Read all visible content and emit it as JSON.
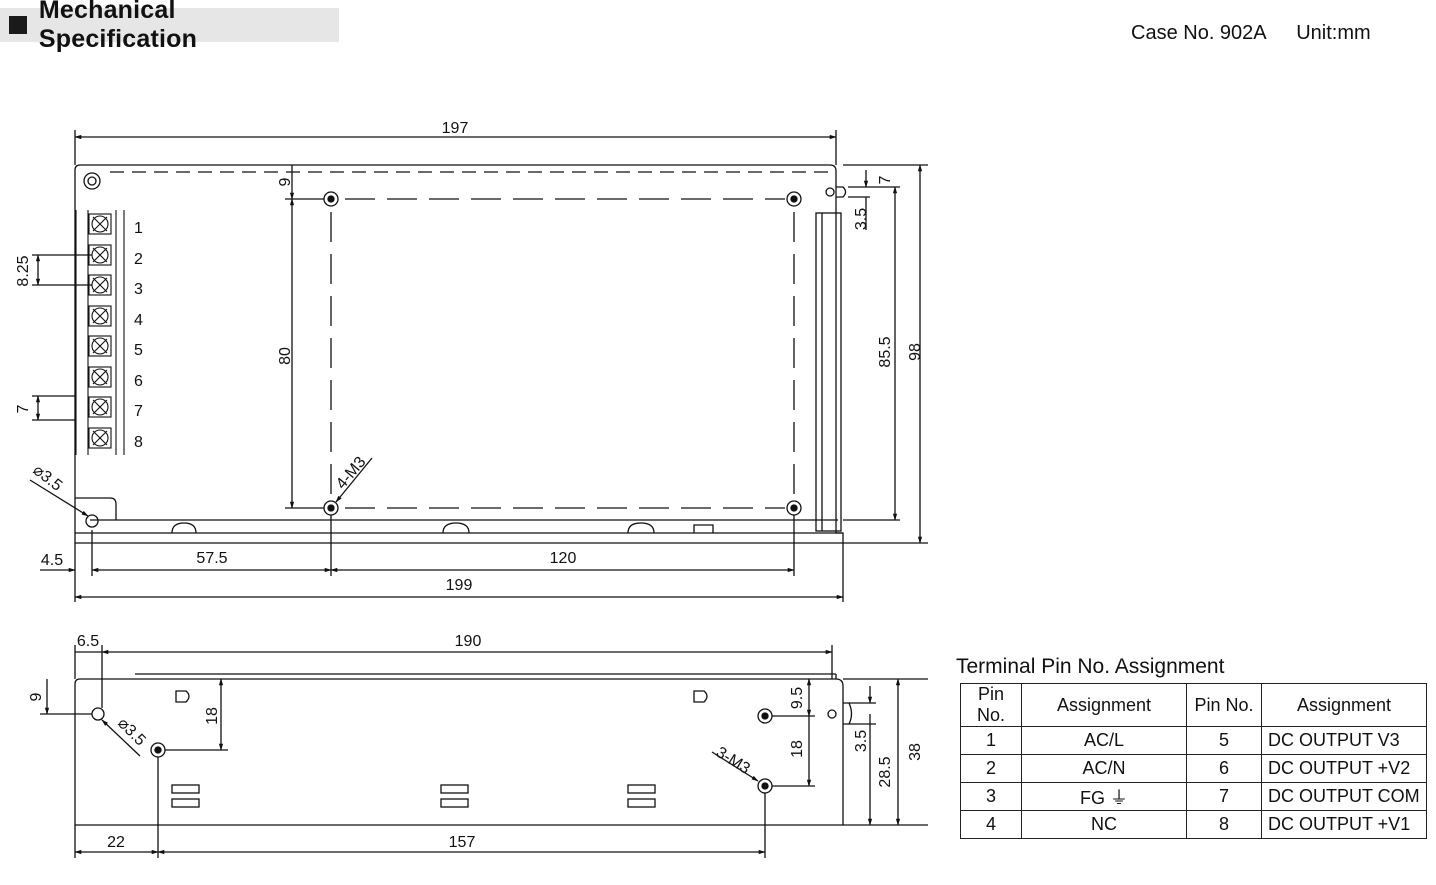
{
  "header": {
    "title": "Mechanical Specification",
    "case_no": "Case No. 902A",
    "unit": "Unit:mm"
  },
  "top_view": {
    "dims": {
      "overall_length": "197",
      "total_length": "199",
      "left_offset": "4.5",
      "hole_offset_x": "57.5",
      "hole_spacing_x": "120",
      "hole_spacing_y": "80",
      "hole_top_offset": "9",
      "terminal_pitch": "8.25",
      "terminal_width": "7",
      "slot_top": "7",
      "slot_offset": "3.5",
      "slot_span": "85.5",
      "overall_height": "98",
      "hole_dia": "⌀3.5",
      "mount_holes": "4-M3"
    },
    "terminals": [
      "1",
      "2",
      "3",
      "4",
      "5",
      "6",
      "7",
      "8"
    ]
  },
  "side_view": {
    "dims": {
      "lid_offset": "6.5",
      "lid_length": "190",
      "hole_offset_y": "9",
      "slot_height": "18",
      "hole_dia": "⌀3.5",
      "mount_holes": "3-M3",
      "right_hole_top": "9.5",
      "right_hole_span": "18",
      "slot_offset": "3.5",
      "slot_span": "28.5",
      "overall_height": "38",
      "left_hole_offset": "22",
      "hole_spacing": "157"
    }
  },
  "pin_table": {
    "title": "Terminal Pin No.  Assignment",
    "headers": [
      "Pin No.",
      "Assignment",
      "Pin No.",
      "Assignment"
    ],
    "rows": [
      [
        "1",
        "AC/L",
        "5",
        "DC OUTPUT V3"
      ],
      [
        "2",
        "AC/N",
        "6",
        "DC OUTPUT +V2"
      ],
      [
        "3",
        "FG ⏚",
        "7",
        "DC OUTPUT COM"
      ],
      [
        "4",
        "NC",
        "8",
        "DC OUTPUT +V1"
      ]
    ]
  }
}
